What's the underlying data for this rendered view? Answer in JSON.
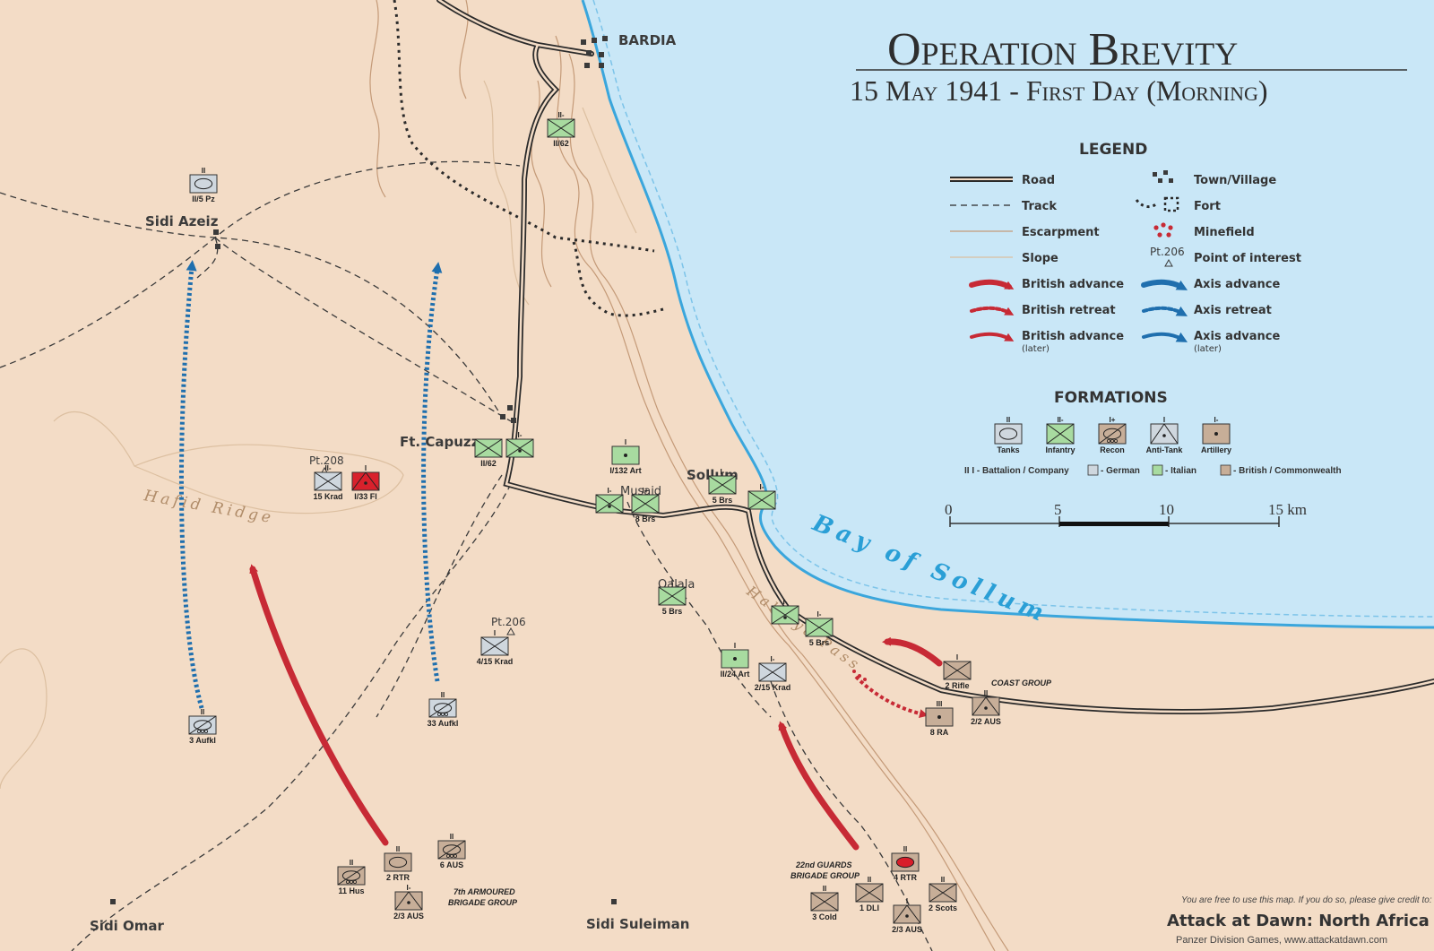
{
  "title": "Operation Brevity",
  "subtitle": "15 May 1941 - First Day (Morning)",
  "colors": {
    "land": "#f3dcc6",
    "sea": "#c9e7f7",
    "coast": "#3aa6dc",
    "escarpment": "#c49a78",
    "slope": "#dcbfa0",
    "british_advance": "#c72a35",
    "axis_advance": "#1f6fae",
    "german": "#cfd7de",
    "italian": "#a8dba0",
    "british": "#c7ae98"
  },
  "places": {
    "bardia": "BARDIA",
    "sidi_azeiz": "Sidi Azeiz",
    "ft_capuzzo": "Ft. Capuzzo",
    "sollum": "Sollum",
    "musaid": "Musaid",
    "qalala": "Qalala",
    "sidi_omar": "Sidi Omar",
    "sidi_suleiman": "Sidi Suleiman",
    "hafid_ridge": "Hafid Ridge",
    "halfaya_pass": "Halfaya Pass",
    "bay_of_sollum": "Bay of Sollum",
    "pt208": "Pt.208",
    "pt206": "Pt.206"
  },
  "units": [
    {
      "id": "ii62_bardia",
      "label": "II/62",
      "size": "II-",
      "nation": "italian",
      "type": "infantry"
    },
    {
      "id": "ii5pz",
      "label": "II/5 Pz",
      "size": "II",
      "nation": "german",
      "type": "tanks"
    },
    {
      "id": "ii62_capuzzo",
      "label": "II/62",
      "size": "",
      "nation": "italian",
      "type": "infantry"
    },
    {
      "id": "capuzzo_art",
      "label": "",
      "size": "I-",
      "nation": "italian",
      "type": "artillery_inf"
    },
    {
      "id": "i132art",
      "label": "I/132 Art",
      "size": "I",
      "nation": "italian",
      "type": "artillery"
    },
    {
      "id": "musaid_art",
      "label": "",
      "size": "I-",
      "nation": "italian",
      "type": "artillery_inf"
    },
    {
      "id": "8brs",
      "label": "8 Brs",
      "size": "I+",
      "nation": "italian",
      "type": "infantry"
    },
    {
      "id": "5brs_sollum",
      "label": "5 Brs",
      "size": "I-",
      "nation": "italian",
      "type": "infantry"
    },
    {
      "id": "sollum_inf",
      "label": "",
      "size": "I-",
      "nation": "italian",
      "type": "infantry"
    },
    {
      "id": "15krad",
      "label": "15 Krad",
      "size": "II-",
      "nation": "german",
      "type": "infantry"
    },
    {
      "id": "i33fl",
      "label": "I/33 Fl",
      "size": "I",
      "nation": "german",
      "type": "antitank"
    },
    {
      "id": "5brs_qalala",
      "label": "5 Brs",
      "size": "I",
      "nation": "italian",
      "type": "infantry"
    },
    {
      "id": "415krad",
      "label": "4/15 Krad",
      "size": "I",
      "nation": "german",
      "type": "infantry"
    },
    {
      "id": "halfaya_art",
      "label": "",
      "size": "I-",
      "nation": "italian",
      "type": "artillery_inf"
    },
    {
      "id": "5brs_halfaya",
      "label": "5 Brs",
      "size": "I-",
      "nation": "italian",
      "type": "infantry"
    },
    {
      "id": "ii24art",
      "label": "II/24 Art",
      "size": "I",
      "nation": "italian",
      "type": "artillery"
    },
    {
      "id": "215krad",
      "label": "2/15 Krad",
      "size": "I-",
      "nation": "german",
      "type": "infantry"
    },
    {
      "id": "3aufkl",
      "label": "3 Aufkl",
      "size": "II",
      "nation": "german",
      "type": "recon"
    },
    {
      "id": "33aufkl",
      "label": "33 Aufkl",
      "size": "II",
      "nation": "german",
      "type": "recon"
    },
    {
      "id": "2rifle",
      "label": "2 Rifle",
      "size": "I",
      "nation": "british",
      "type": "infantry"
    },
    {
      "id": "22aus",
      "label": "2/2 AUS",
      "size": "II",
      "nation": "british",
      "type": "antitank"
    },
    {
      "id": "8ra",
      "label": "8 RA",
      "size": "III",
      "nation": "british",
      "type": "artillery"
    },
    {
      "id": "11hus",
      "label": "11 Hus",
      "size": "II",
      "nation": "british",
      "type": "recon"
    },
    {
      "id": "2rtr",
      "label": "2 RTR",
      "size": "II",
      "nation": "british",
      "type": "tanks"
    },
    {
      "id": "6aus",
      "label": "6 AUS",
      "size": "II",
      "nation": "british",
      "type": "recon"
    },
    {
      "id": "23aus_7",
      "label": "2/3 AUS",
      "size": "I-",
      "nation": "british",
      "type": "antitank"
    },
    {
      "id": "4rtr",
      "label": "4 RTR",
      "size": "II",
      "nation": "british",
      "type": "tanks_red"
    },
    {
      "id": "3cold",
      "label": "3 Cold",
      "size": "II",
      "nation": "british",
      "type": "infantry"
    },
    {
      "id": "1dli",
      "label": "1 DLI",
      "size": "II",
      "nation": "british",
      "type": "infantry"
    },
    {
      "id": "2scots",
      "label": "2 Scots",
      "size": "II",
      "nation": "british",
      "type": "infantry"
    },
    {
      "id": "23aus_22",
      "label": "2/3 AUS",
      "size": "I",
      "nation": "british",
      "type": "antitank"
    }
  ],
  "groups": {
    "coast": "COAST GROUP",
    "armoured_1": "7th ARMOURED",
    "armoured_2": "BRIGADE GROUP",
    "guards_1": "22nd GUARDS",
    "guards_2": "BRIGADE GROUP"
  },
  "legend": {
    "header": "LEGEND",
    "items": {
      "road": "Road",
      "track": "Track",
      "escarpment": "Escarpment",
      "slope": "Slope",
      "british_advance": "British advance",
      "british_retreat": "British retreat",
      "british_later": "British advance",
      "british_later_sub": "(later)",
      "town": "Town/Village",
      "fort": "Fort",
      "minefield": "Minefield",
      "poi": "Point of interest",
      "poi_sample": "Pt.206",
      "axis_advance": "Axis advance",
      "axis_retreat": "Axis retreat",
      "axis_later": "Axis advance",
      "axis_later_sub": "(later)"
    }
  },
  "formations": {
    "header": "FORMATIONS",
    "types": [
      {
        "name": "Tanks",
        "size": "II"
      },
      {
        "name": "Infantry",
        "size": "II-"
      },
      {
        "name": "Recon",
        "size": "I+"
      },
      {
        "name": "Anti-Tank",
        "size": "I"
      },
      {
        "name": "Artillery",
        "size": "I-"
      }
    ],
    "key_size": "II  I - Battalion / Company",
    "key_german": "- German",
    "key_italian": "- Italian",
    "key_british": "- British / Commonwealth"
  },
  "scale": {
    "ticks": [
      "0",
      "5",
      "10",
      "15 km"
    ]
  },
  "credit": {
    "line1": "You are free to use this map. If you do so, please give credit to:",
    "brand": "Attack at Dawn: North Africa",
    "line2": "Panzer Division Games, www.attackatdawn.com"
  }
}
